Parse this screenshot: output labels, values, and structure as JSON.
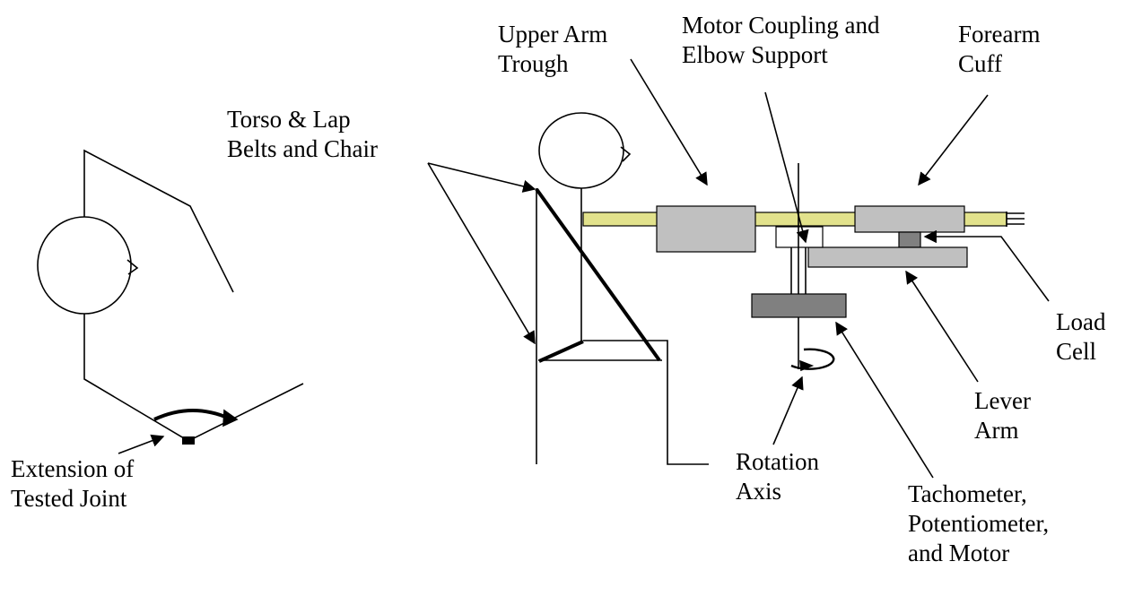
{
  "labels": {
    "upper_arm_trough": [
      "Upper Arm",
      "Trough"
    ],
    "motor_coupling": [
      "Motor Coupling and",
      "Elbow Support"
    ],
    "forearm_cuff": [
      "Forearm",
      "Cuff"
    ],
    "torso_lap_belts": [
      "Torso & Lap",
      "Belts and Chair"
    ],
    "load_cell": [
      "Load",
      "Cell"
    ],
    "lever_arm": [
      "Lever",
      "Arm"
    ],
    "rotation_axis": [
      "Rotation",
      "Axis"
    ],
    "tachometer": [
      "Tachometer,",
      "Potentiometer,",
      "and Motor"
    ],
    "extension_joint": [
      "Extension of",
      "Tested Joint"
    ]
  },
  "colors": {
    "forearm_bar": "#e2e28c",
    "trough_block": "#c0c0c0",
    "load_cell_block": "#808080",
    "lever_arm_block": "#c0c0c0",
    "motor_block": "#808080",
    "line": "#000000"
  }
}
